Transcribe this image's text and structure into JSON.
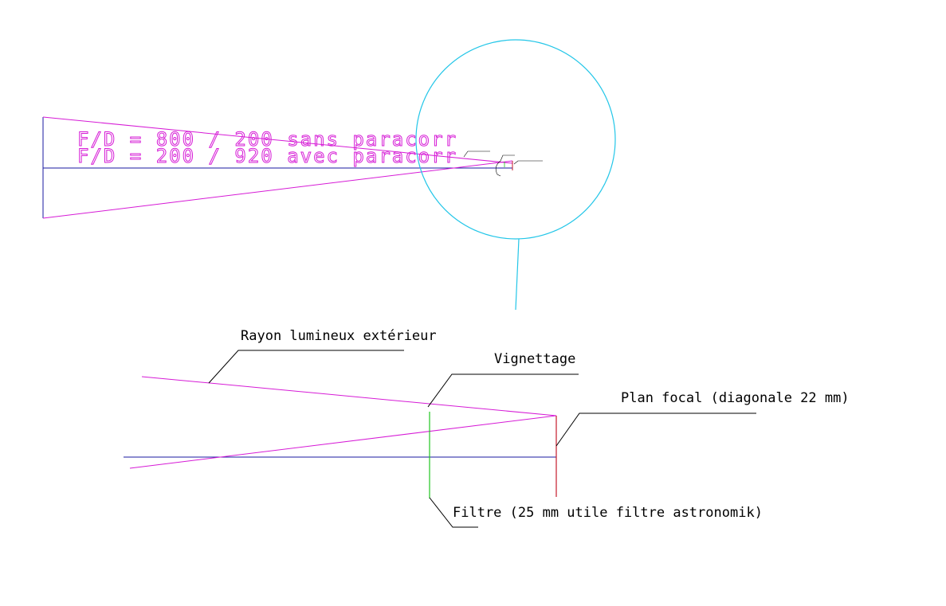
{
  "colors": {
    "ray": "#d61bd6",
    "axis": "#1a1aa0",
    "circle": "#23c6e8",
    "filter": "#1fc41f",
    "focal": "#c41b2a",
    "leader": "#000000"
  },
  "top": {
    "title_line1": "F/D = 800 / 200 sans paracorr",
    "title_line2": "F/D = 200 / 920 avec paracorr"
  },
  "bottom": {
    "label_ray": "Rayon lumineux extérieur",
    "label_vignetting": "Vignettage",
    "label_focal": "Plan focal (diagonale 22 mm)",
    "label_filter": "Filtre (25 mm utile filtre astronomik)"
  }
}
